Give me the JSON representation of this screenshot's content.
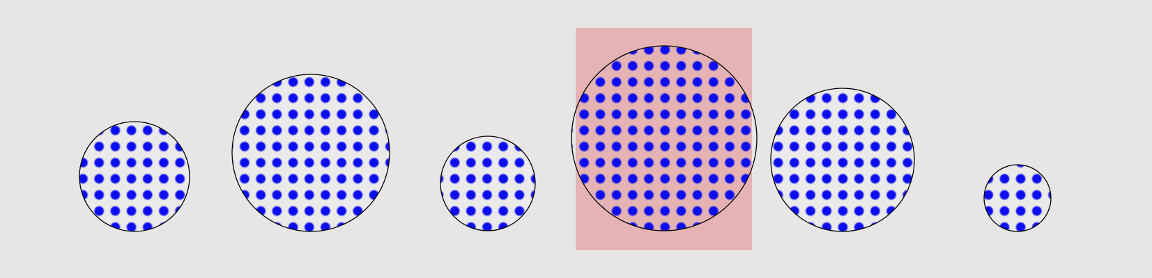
{
  "colors": {
    "background": "#e6e6e6",
    "highlight": "#e5b3b3",
    "circle_fill": "#eaeaea",
    "dot": "#1111ee",
    "outline": "#000000"
  },
  "circles": [
    {
      "name": "circle-1",
      "selected": false
    },
    {
      "name": "circle-2",
      "selected": false
    },
    {
      "name": "circle-3",
      "selected": false
    },
    {
      "name": "circle-4",
      "selected": true
    },
    {
      "name": "circle-5",
      "selected": false
    },
    {
      "name": "circle-6",
      "selected": false
    }
  ]
}
